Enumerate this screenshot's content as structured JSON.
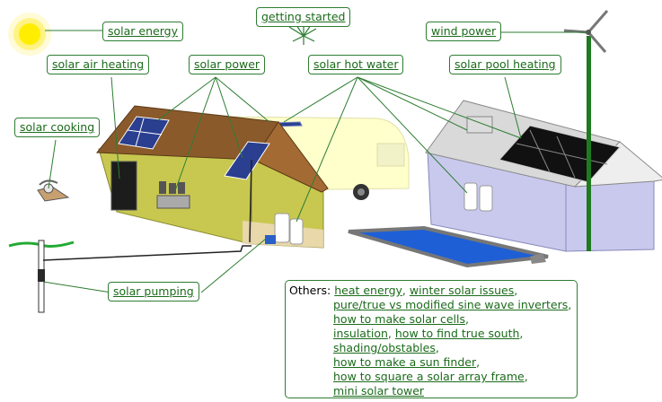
{
  "labels": {
    "solar_energy": "solar energy",
    "getting_started": "getting started",
    "wind_power": "wind power",
    "solar_air_heating": "solar air heating",
    "solar_power": "solar power",
    "solar_hot_water": "solar hot water",
    "solar_pool_heating": "solar pool heating",
    "solar_cooking": "solar cooking",
    "solar_pumping": "solar pumping"
  },
  "others": {
    "prefix": "Others:",
    "links": [
      "heat energy",
      "winter solar issues",
      "pure/true vs modified sine wave inverters",
      "how to make solar cells",
      "insulation",
      "how to find true south",
      "shading/obstables",
      "how to make a sun finder",
      "how to square a solar array frame",
      "mini solar tower"
    ]
  },
  "colors": {
    "link_green": "#1b6b1b",
    "connector_green": "#2e7d32",
    "roof_brown": "#8b5a2b",
    "wall_olive": "#c8c850",
    "shed_lavender": "#c9c9ee",
    "pool_blue": "#1e5fd6",
    "sun_yellow": "#ffee00"
  }
}
